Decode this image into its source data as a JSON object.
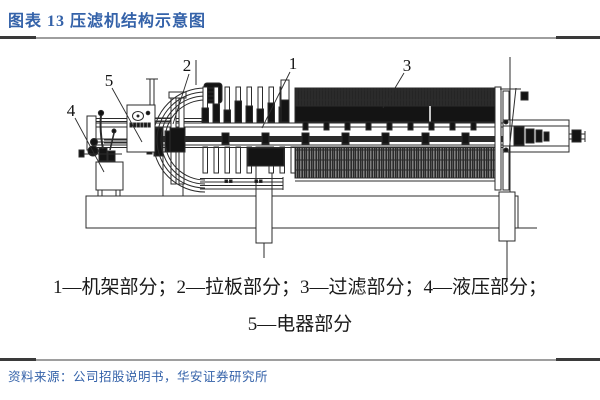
{
  "header": {
    "title": "图表 13 压滤机结构示意图"
  },
  "diagram": {
    "labels": [
      {
        "text": "1"
      },
      {
        "text": "2"
      },
      {
        "text": "3"
      },
      {
        "text": "4"
      },
      {
        "text": "5"
      }
    ],
    "parts": [
      {
        "num": "1",
        "name": "机架部分"
      },
      {
        "num": "2",
        "name": "拉板部分"
      },
      {
        "num": "3",
        "name": "过滤部分"
      },
      {
        "num": "4",
        "name": "液压部分"
      },
      {
        "num": "5",
        "name": "电器部分"
      }
    ],
    "caption_line1": "1—机架部分；2—拉板部分；3—过滤部分；4—液压部分；",
    "caption_line2": "5—电器部分"
  },
  "source": {
    "text": "资料来源：公司招股说明书，华安证券研究所"
  },
  "colors": {
    "accent_blue": "#3462A9",
    "rule_dark": "#3a3a3a",
    "rule_light": "#9e9e9e",
    "line_ink": "#2b2b2b",
    "fill_dark": "#141414"
  }
}
